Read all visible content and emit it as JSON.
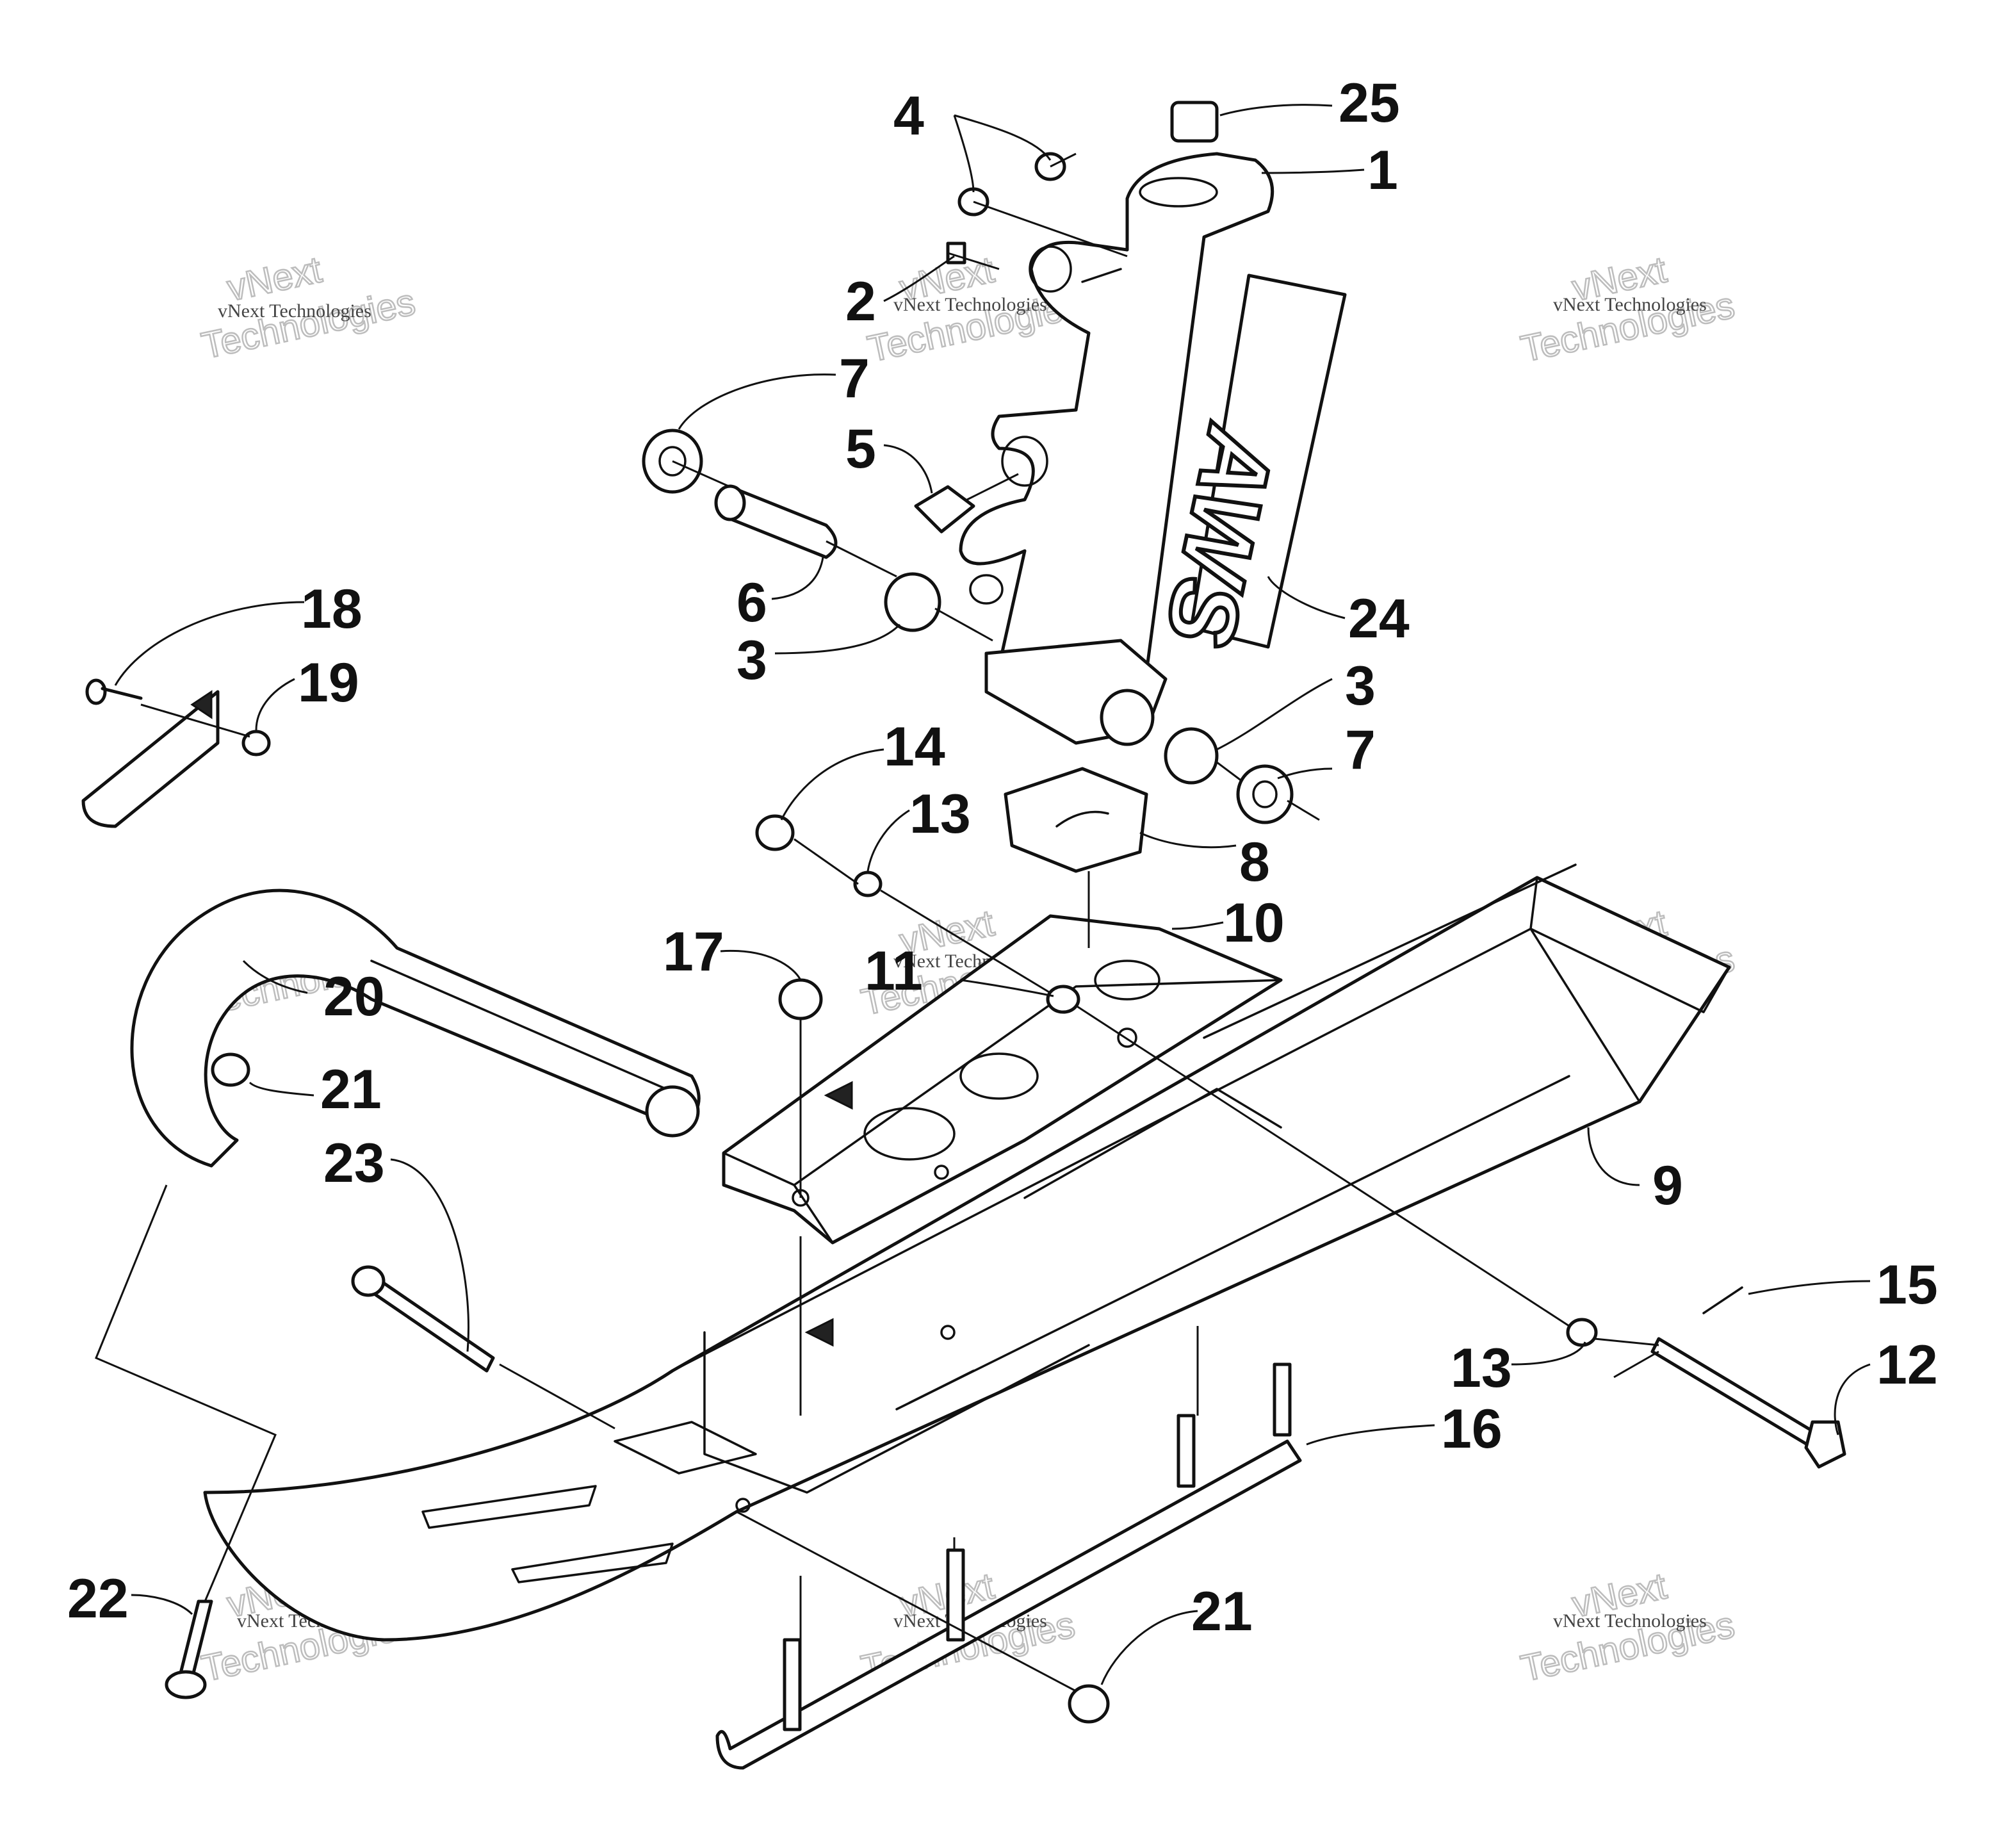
{
  "diagram": {
    "decal_text": "AWS",
    "callouts": [
      {
        "id": "c25",
        "label": "25"
      },
      {
        "id": "c1",
        "label": "1"
      },
      {
        "id": "c4",
        "label": "4"
      },
      {
        "id": "c2",
        "label": "2"
      },
      {
        "id": "c7a",
        "label": "7"
      },
      {
        "id": "c5",
        "label": "5"
      },
      {
        "id": "c6",
        "label": "6"
      },
      {
        "id": "c3a",
        "label": "3"
      },
      {
        "id": "c24",
        "label": "24"
      },
      {
        "id": "c3b",
        "label": "3"
      },
      {
        "id": "c7b",
        "label": "7"
      },
      {
        "id": "c18",
        "label": "18"
      },
      {
        "id": "c19",
        "label": "19"
      },
      {
        "id": "c14",
        "label": "14"
      },
      {
        "id": "c13a",
        "label": "13"
      },
      {
        "id": "c8",
        "label": "8"
      },
      {
        "id": "c10",
        "label": "10"
      },
      {
        "id": "c17",
        "label": "17"
      },
      {
        "id": "c11",
        "label": "11"
      },
      {
        "id": "c20",
        "label": "20"
      },
      {
        "id": "c21a",
        "label": "21"
      },
      {
        "id": "c23",
        "label": "23"
      },
      {
        "id": "c9",
        "label": "9"
      },
      {
        "id": "c15",
        "label": "15"
      },
      {
        "id": "c13b",
        "label": "13"
      },
      {
        "id": "c12",
        "label": "12"
      },
      {
        "id": "c16",
        "label": "16"
      },
      {
        "id": "c22",
        "label": "22"
      },
      {
        "id": "c21b",
        "label": "21"
      }
    ]
  },
  "watermarks": {
    "small": "vNext Technologies",
    "big_line1": "vNext",
    "big_line2": "Technologies"
  }
}
